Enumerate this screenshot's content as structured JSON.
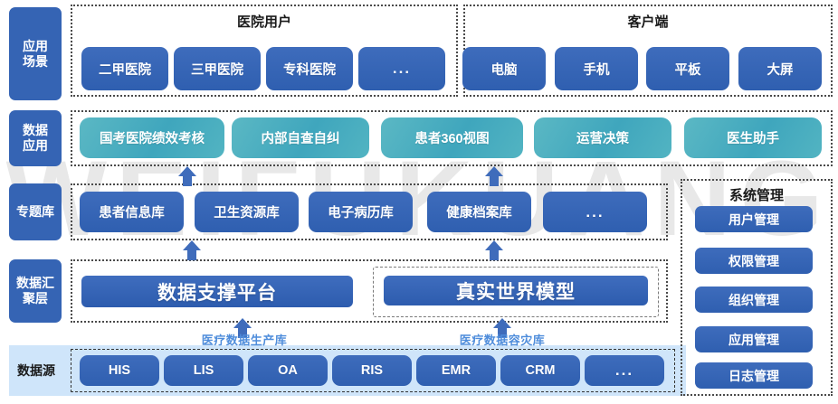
{
  "watermark": {
    "text": "WEIFUKUANG"
  },
  "rails": [
    {
      "name": "application-scenario",
      "lines": [
        "应用",
        "场景"
      ]
    },
    {
      "name": "data-application",
      "lines": [
        "数据",
        "应用"
      ]
    },
    {
      "name": "subject-database",
      "lines": [
        "专题库"
      ]
    },
    {
      "name": "data-aggregation",
      "lines": [
        "数据汇",
        "聚层"
      ]
    },
    {
      "name": "data-source",
      "lines": [
        "数据源"
      ]
    }
  ],
  "groups": {
    "hospital_users": {
      "title": "医院用户",
      "items": [
        "二甲医院",
        "三甲医院",
        "专科医院",
        "..."
      ]
    },
    "clients": {
      "title": "客户端",
      "items": [
        "电脑",
        "手机",
        "平板",
        "大屏"
      ]
    }
  },
  "data_applications": {
    "items": [
      "国考医院绩效考核",
      "内部自查自纠",
      "患者360视图",
      "运营决策",
      "医生助手"
    ]
  },
  "subject_databases": {
    "items": [
      "患者信息库",
      "卫生资源库",
      "电子病历库",
      "健康档案库",
      "..."
    ]
  },
  "aggregation": {
    "platform": "数据支撑平台",
    "model": "真实世界模型"
  },
  "pipelines": [
    {
      "label": "医疗数据生产库"
    },
    {
      "label": "医疗数据容灾库"
    }
  ],
  "data_sources": {
    "items": [
      "HIS",
      "LIS",
      "OA",
      "RIS",
      "EMR",
      "CRM",
      "..."
    ]
  },
  "system_management": {
    "title": "系统管理",
    "items": [
      "用户管理",
      "权限管理",
      "组织管理",
      "应用管理",
      "日志管理"
    ]
  },
  "colors": {
    "primary_blue": "#3564b4",
    "chip_blue": "#2f5fb0",
    "teal": "#3fa6bd",
    "band_blue": "#cfe5fa",
    "pipe_label": "#4f8ddb"
  }
}
